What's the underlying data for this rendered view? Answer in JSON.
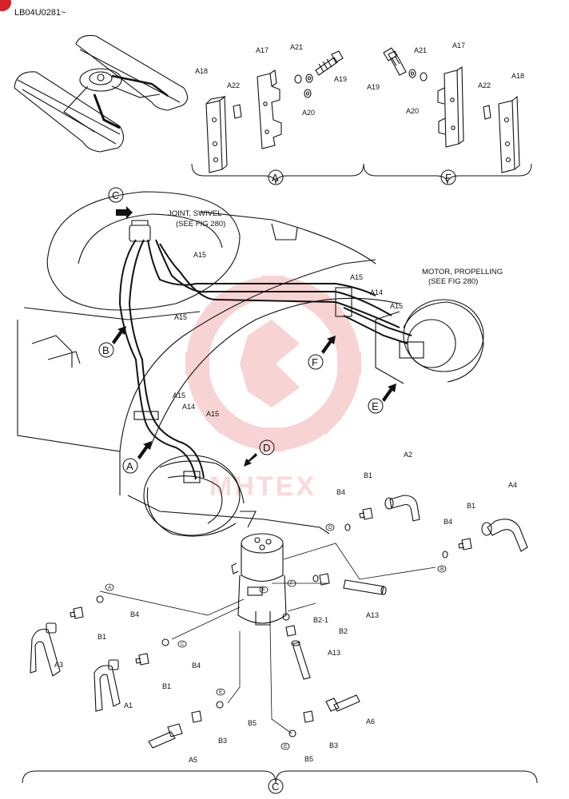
{
  "header": {
    "document_code": "LB04U0281~"
  },
  "colors": {
    "line": "#111111",
    "watermark": "#e23a3a",
    "page_marker": "#d8202a"
  },
  "notes": {
    "swivel": "JOINT, SWIVEL",
    "swivel_ref": "(SEE FIG 280)",
    "motor": "MOTOR, PROPELLING",
    "motor_ref": "(SEE FIG 280)"
  },
  "watermark": {
    "text": "MHTEX"
  },
  "views": {
    "A": "A",
    "B": "B",
    "C": "C",
    "D": "D",
    "E": "E",
    "F": "F",
    "detail_a": "A",
    "detail_f": "F",
    "exploded_c": "C"
  },
  "parts": {
    "A1": "A1",
    "A2": "A2",
    "A3": "A3",
    "A4": "A4",
    "A5": "A5",
    "A6": "A6",
    "A13": "A13",
    "A14": "A14",
    "A15": "A15",
    "A17": "A17",
    "A18": "A18",
    "A19": "A19",
    "A20": "A20",
    "A21": "A21",
    "A22": "A22",
    "B1": "B1",
    "B2": "B2",
    "B2_1": "B2-1",
    "B3": "B3",
    "B4": "B4",
    "B5": "B5"
  }
}
